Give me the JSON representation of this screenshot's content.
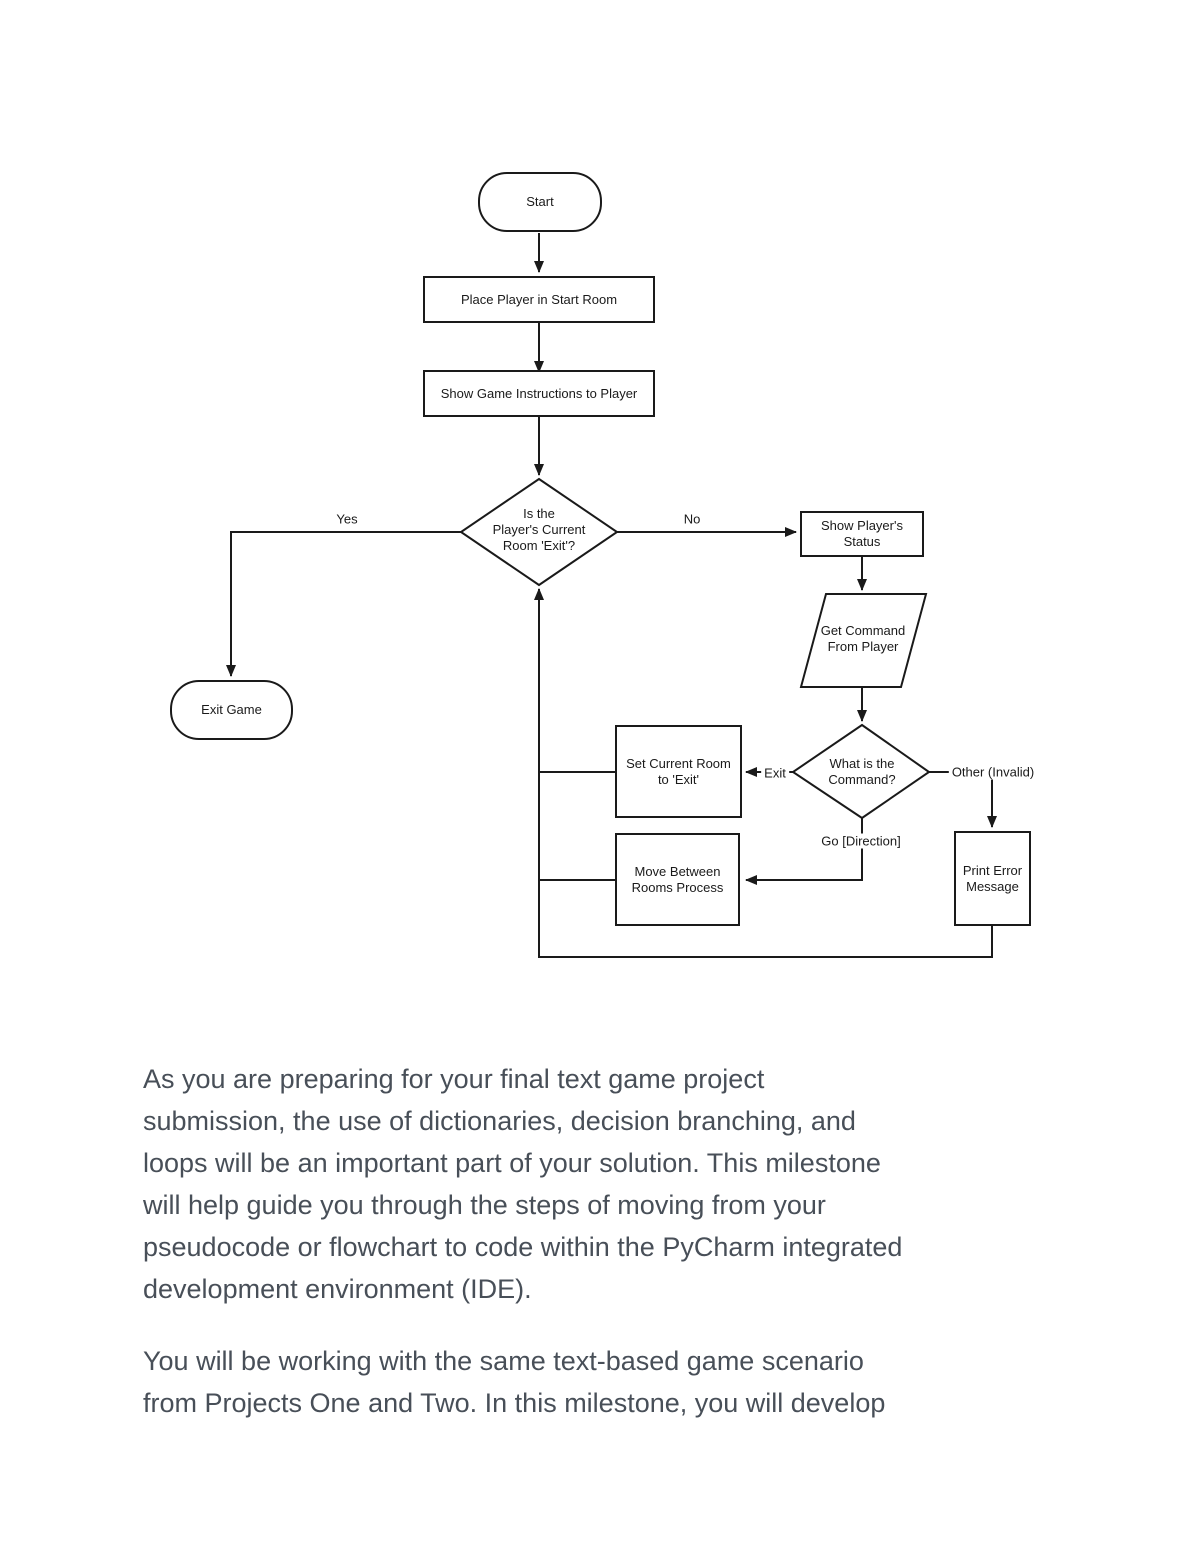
{
  "flowchart": {
    "nodes": {
      "start": "Start",
      "place_player": "Place Player in Start Room",
      "show_instructions": "Show Game Instructions to Player",
      "room_exit_decision": "Is the\nPlayer's Current\nRoom 'Exit'?",
      "exit_game": "Exit Game",
      "show_status": "Show Player's\nStatus",
      "get_command": "Get Command\nFrom Player",
      "command_decision": "What is the\nCommand?",
      "set_current_room": "Set Current Room\nto 'Exit'",
      "move_rooms": "Move Between\nRooms Process",
      "print_error": "Print Error\nMessage"
    },
    "edge_labels": {
      "yes": "Yes",
      "no": "No",
      "exit": "Exit",
      "go_direction": "Go [Direction]",
      "other_invalid": "Other (Invalid)"
    },
    "colors": {
      "stroke": "#1a1a1a",
      "fill": "#ffffff"
    }
  },
  "document": {
    "paragraph1_lines": [
      "As you are preparing for your final text game project",
      "submission, the use of dictionaries, decision branching, and",
      "loops will be an important part of your solution. This milestone",
      "will help guide you through the steps of moving from your",
      "pseudocode or flowchart to code within the PyCharm integrated",
      "development environment (IDE)."
    ],
    "paragraph2_lines": [
      "You will be working with the same text-based game scenario",
      "from Projects One and Two. In this milestone, you will develop"
    ]
  },
  "colors": {
    "background": "#ffffff",
    "body_text": "#484f58"
  }
}
